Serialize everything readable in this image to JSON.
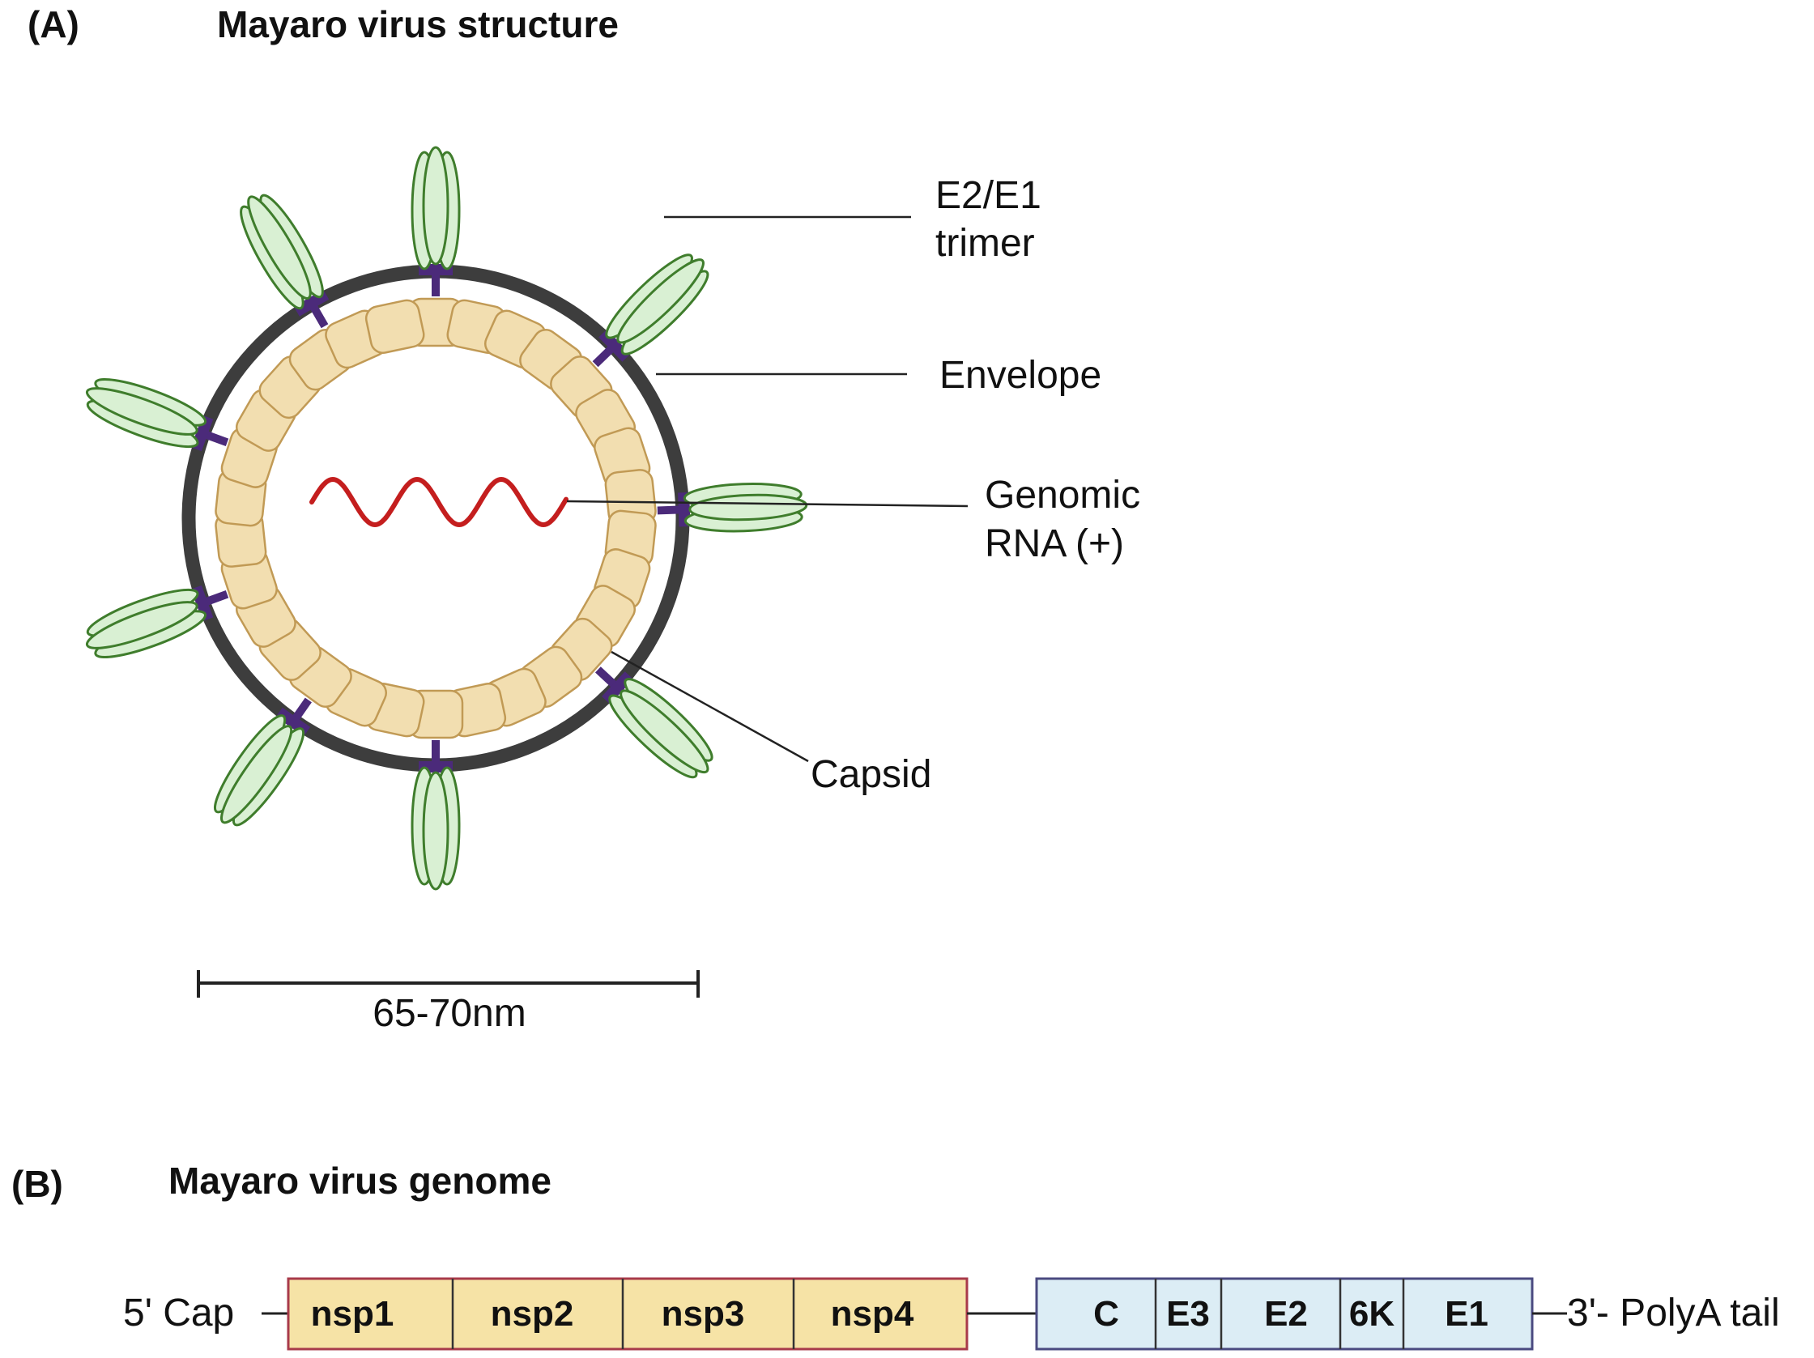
{
  "panel_a": {
    "letter": "(A)",
    "title": "Mayaro virus structure",
    "labels": {
      "e2e1_line1": "E2/E1",
      "e2e1_line2": "trimer",
      "envelope": "Envelope",
      "genomic_line1": "Genomic",
      "genomic_line2": "RNA (+)",
      "capsid": "Capsid"
    },
    "scale_bar": "65-70nm"
  },
  "panel_b": {
    "letter": "(B)",
    "title": "Mayaro virus genome",
    "five_prime": "5' Cap",
    "three_prime": "3'- PolyA tail",
    "nonstructural": [
      "nsp1",
      "nsp2",
      "nsp3",
      "nsp4"
    ],
    "structural": [
      "C",
      "E3",
      "E2",
      "6K",
      "E1"
    ]
  },
  "colors": {
    "envelope": "#3d3d3d",
    "capsid_fill": "#f2deb0",
    "capsid_stroke": "#c19a55",
    "spike_fill": "#d9f0d3",
    "spike_stroke": "#3f7d2c",
    "anchor": "#4b2a7a",
    "rna": "#c41e1e",
    "nsp_fill": "#f6e3a6",
    "nsp_stroke": "#a83a4a",
    "sp_fill": "#dcedf5",
    "sp_stroke": "#4a4a80"
  }
}
